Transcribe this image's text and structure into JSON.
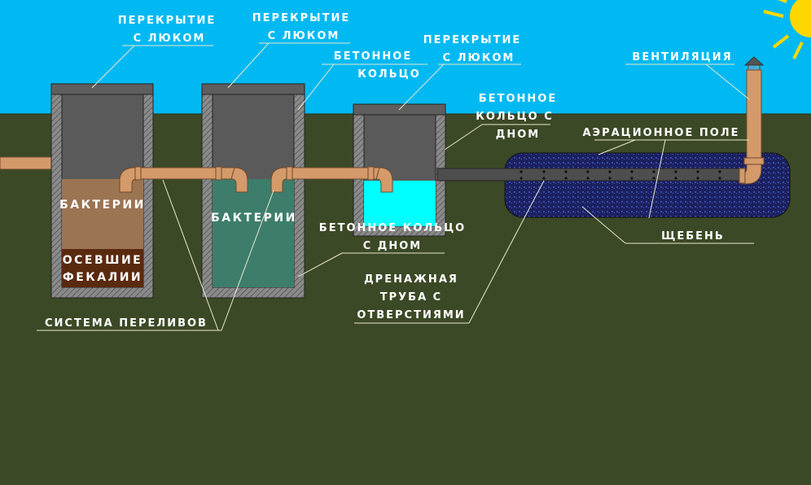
{
  "title": "Схема септика с аэрационным полем",
  "labels": {
    "lid1": [
      "ПЕРЕКРЫТИЕ",
      "С ЛЮКОМ"
    ],
    "lid2": [
      "ПЕРЕКРЫТИЕ",
      "С ЛЮКОМ"
    ],
    "ring": [
      "БЕТОННОЕ",
      "КОЛЬЦО"
    ],
    "lid3": [
      "ПЕРЕКРЫТИЕ",
      "С ЛЮКОМ"
    ],
    "ring_bottom_top": [
      "БЕТОННОЕ",
      "КОЛЬЦО С",
      "ДНОМ"
    ],
    "ventilation": "ВЕНТИЛЯЦИЯ",
    "aeration_field": "АЭРАЦИОННОЕ ПОЛЕ",
    "gravel": "ЩЕБЕНЬ",
    "ring_bottom": [
      "БЕТОННОЕ КОЛЬЦО",
      "С ДНОМ"
    ],
    "drain_pipe": [
      "ДРЕНАЖНАЯ",
      "ТРУБА С",
      "ОТВЕРСТИЯМИ"
    ],
    "overflow": "СИСТЕМА ПЕРЕЛИВОВ",
    "bacteria1": "БАКТЕРИИ",
    "sediment": [
      "ОСЕВШИЕ",
      "ФЕКАЛИИ"
    ],
    "bacteria2": "БАКТЕРИИ"
  },
  "colors": {
    "sky": "#00b9f2",
    "ground": "#3c4926",
    "concrete": "#7c7c7c",
    "tank_air": "#5a5a5a",
    "pipe": "#d59a6a",
    "bacteria1": "#9b7452",
    "sediment": "#5a2a0e",
    "bacteria2": "#3e7d6c",
    "clean_water": "#00ffff",
    "gravel": "#1b2160",
    "sun": "#ffd700"
  }
}
